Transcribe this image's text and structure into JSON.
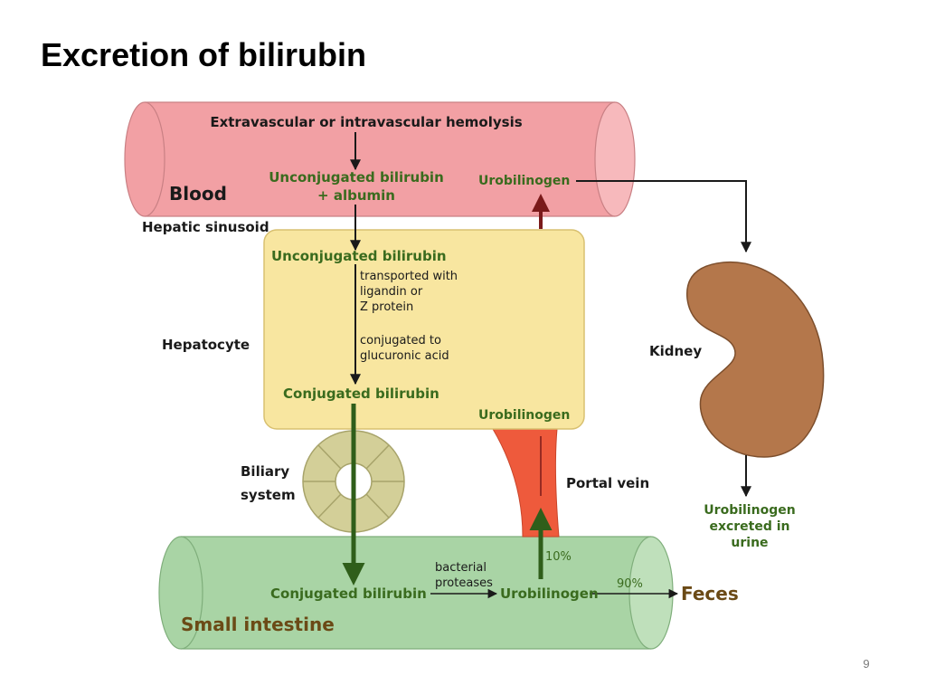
{
  "slide": {
    "title": "Excretion of bilirubin",
    "page_number": "9"
  },
  "diagram": {
    "blood": {
      "label": "Blood",
      "hemolysis": "Extravascular or intravascular hemolysis",
      "unconj_line1": "Unconjugated bilirubin",
      "unconj_line2": "+ albumin",
      "urobilinogen": "Urobilinogen"
    },
    "hepatic_sinusoid": "Hepatic sinusoid",
    "hepatocyte": {
      "label": "Hepatocyte",
      "unconjugated": "Unconjugated bilirubin",
      "transport_line1": "transported with",
      "transport_line2": "ligandin or",
      "transport_line3": "Z protein",
      "conj_line1": "conjugated to",
      "conj_line2": "glucuronic acid",
      "conjugated": "Conjugated bilirubin",
      "urobilinogen": "Urobilinogen"
    },
    "biliary": {
      "line1": "Biliary",
      "line2": "system"
    },
    "portal_vein": "Portal vein",
    "kidney": {
      "label": "Kidney",
      "excreted_line1": "Urobilinogen",
      "excreted_line2": "excreted in",
      "excreted_line3": "urine"
    },
    "intestine": {
      "label": "Small intestine",
      "conjugated": "Conjugated bilirubin",
      "bacterial_line1": "bacterial",
      "bacterial_line2": "proteases",
      "urobilinogen": "Urobilinogen",
      "pct_10": "10%",
      "pct_90": "90%",
      "feces": "Feces"
    },
    "colors": {
      "blood_fill": "#f2a0a4",
      "hepatocyte_fill": "#f8e6a0",
      "intestine_fill": "#a9d4a5",
      "kidney_fill": "#b4774b",
      "portal_vein_fill": "#ee5a3c",
      "biliary_fill": "#d3cf98",
      "green_arrow": "#2f5e1a",
      "dark_red_arrow": "#7a1a1a"
    }
  }
}
